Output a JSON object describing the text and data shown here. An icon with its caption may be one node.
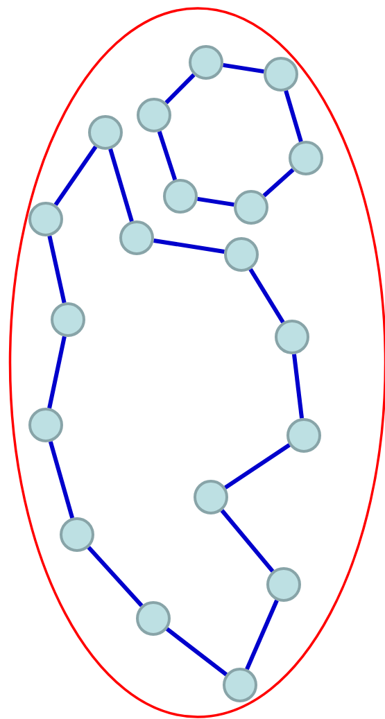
{
  "diagram": {
    "nodes": [
      {
        "text": [],
        "shape": "ellipse"
      },
      {
        "text": [],
        "shape": "circle",
        "in": 0
      },
      {
        "text": [],
        "shape": "circle",
        "in": 0
      },
      {
        "text": [],
        "shape": "circle",
        "in": 0
      },
      {
        "text": [],
        "shape": "circle",
        "in": 0
      },
      {
        "text": [],
        "shape": "circle",
        "in": 0
      },
      {
        "text": [],
        "shape": "circle",
        "in": 0
      },
      {
        "text": [],
        "shape": "circle",
        "in": 0
      },
      {
        "text": [],
        "shape": "circle",
        "in": 0
      },
      {
        "text": [],
        "shape": "circle",
        "in": 0
      },
      {
        "text": [],
        "shape": "circle",
        "in": 0
      },
      {
        "text": [],
        "shape": "circle",
        "in": 0
      },
      {
        "text": [],
        "shape": "circle",
        "in": 0
      },
      {
        "text": [],
        "shape": "circle",
        "in": 0
      },
      {
        "text": [],
        "shape": "circle",
        "in": 0
      },
      {
        "text": [],
        "shape": "circle",
        "in": 0
      },
      {
        "text": [],
        "shape": "circle",
        "in": 0
      },
      {
        "text": [],
        "shape": "circle",
        "in": 0
      },
      {
        "text": [],
        "shape": "circle",
        "in": 0
      },
      {
        "text": [],
        "shape": "circle",
        "in": 0
      }
    ],
    "edges": [
      {
        "from": 1,
        "to": 2,
        "arrow": "none"
      },
      {
        "from": 1,
        "to": 3,
        "arrow": "none"
      },
      {
        "from": 2,
        "to": 5,
        "arrow": "none"
      },
      {
        "from": 3,
        "to": 6,
        "arrow": "none"
      },
      {
        "from": 6,
        "to": 7,
        "arrow": "none"
      },
      {
        "from": 7,
        "to": 5,
        "arrow": "none"
      },
      {
        "from": 4,
        "to": 8,
        "arrow": "none"
      },
      {
        "from": 4,
        "to": 9,
        "arrow": "none"
      },
      {
        "from": 9,
        "to": 10,
        "arrow": "none"
      },
      {
        "from": 10,
        "to": 12,
        "arrow": "none"
      },
      {
        "from": 12,
        "to": 14,
        "arrow": "none"
      },
      {
        "from": 14,
        "to": 15,
        "arrow": "none"
      },
      {
        "from": 15,
        "to": 17,
        "arrow": "none"
      },
      {
        "from": 17,
        "to": 19,
        "arrow": "none"
      },
      {
        "from": 19,
        "to": 18,
        "arrow": "none"
      },
      {
        "from": 18,
        "to": 16,
        "arrow": "none"
      },
      {
        "from": 16,
        "to": 13,
        "arrow": "none"
      },
      {
        "from": 13,
        "to": 11,
        "arrow": "none"
      },
      {
        "from": 11,
        "to": 8,
        "arrow": "none"
      }
    ]
  }
}
